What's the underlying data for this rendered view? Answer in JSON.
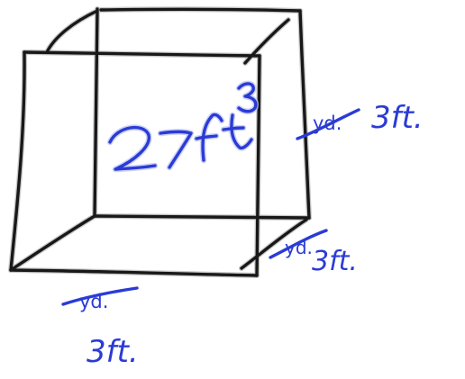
{
  "colors": {
    "background": "#ffffff",
    "cube_ink": "#000000",
    "annotation_ink": "#2a3bd6"
  },
  "volume": {
    "number": "27",
    "unit": "ft",
    "exponent": "3"
  },
  "right_edge": {
    "crossed_out": "yd.",
    "value": "3ft."
  },
  "depth_edge": {
    "crossed_out": "yd.",
    "value": "3ft."
  },
  "bottom_edge": {
    "crossed_out": "yd.",
    "value": "3ft."
  }
}
